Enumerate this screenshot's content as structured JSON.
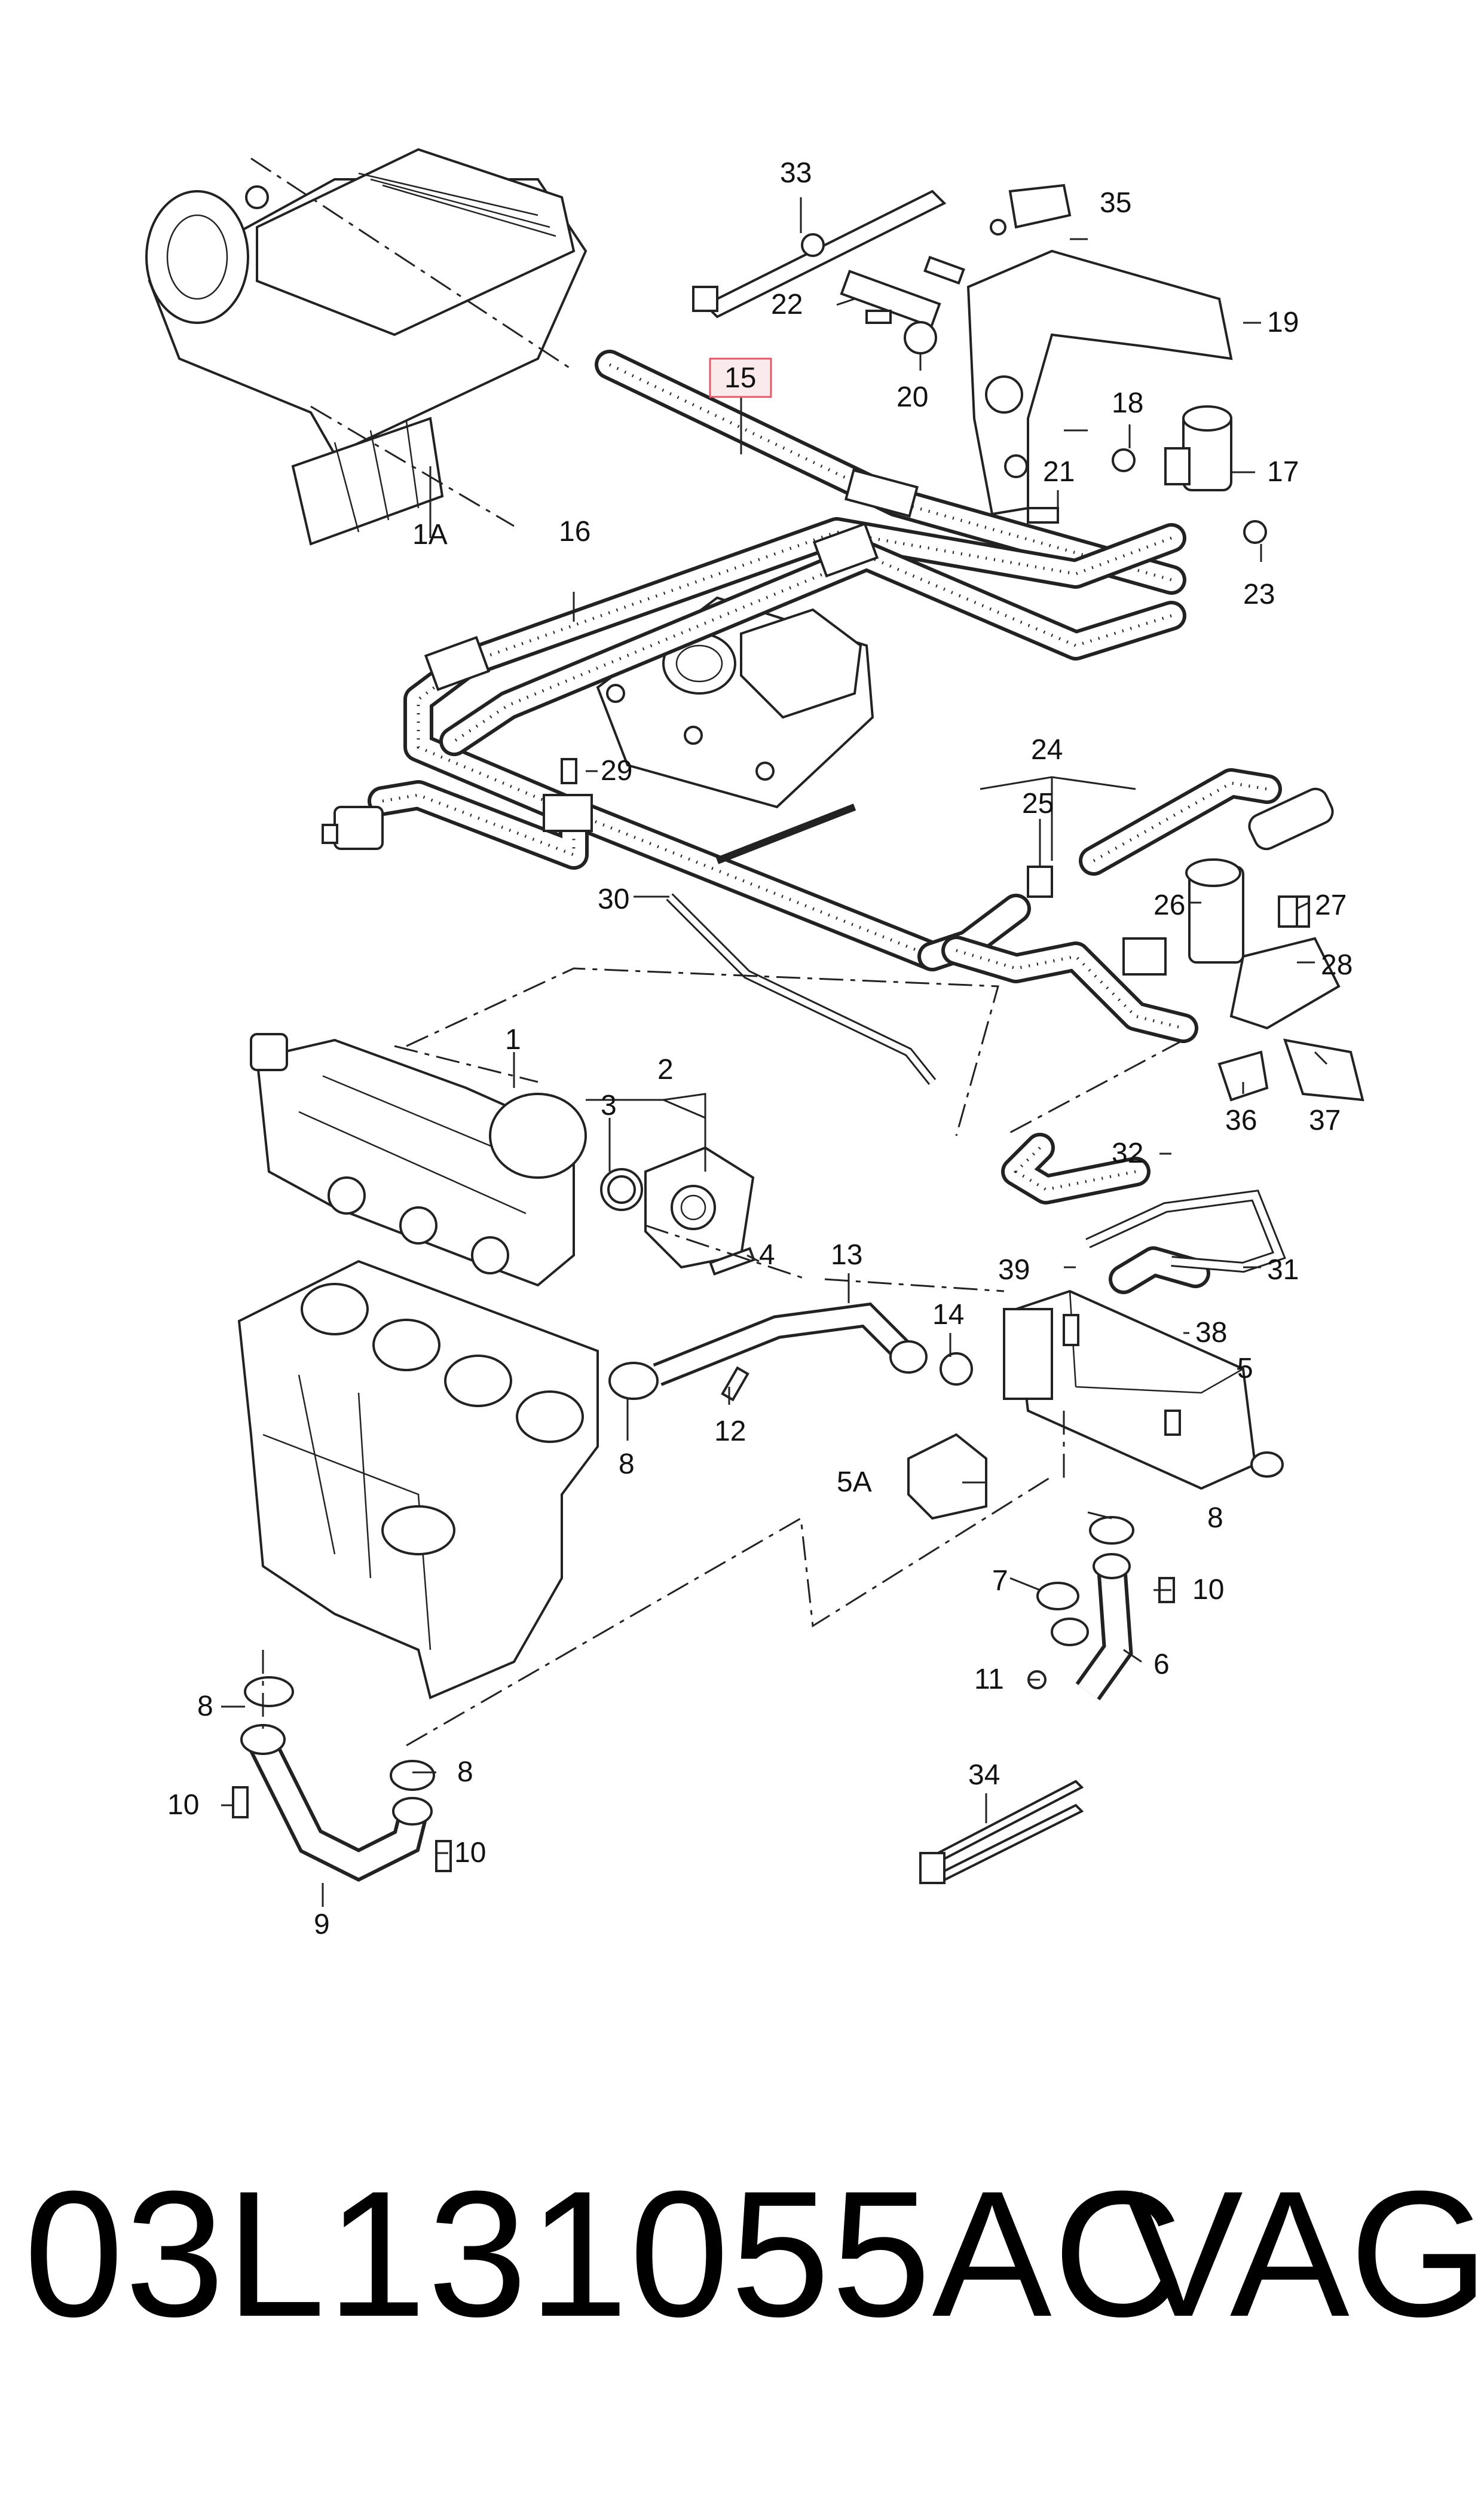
{
  "callouts": {
    "c1A": "1A",
    "c1": "1",
    "c2": "2",
    "c3": "3",
    "c4": "4",
    "c5": "5",
    "c5A": "5A",
    "c6": "6",
    "c7": "7",
    "c8a": "8",
    "c8b": "8",
    "c8c": "8",
    "c8d": "8",
    "c9": "9",
    "c10a": "10",
    "c10b": "10",
    "c10c": "10",
    "c11": "11",
    "c12": "12",
    "c13": "13",
    "c14": "14",
    "c15": "15",
    "c16": "16",
    "c17": "17",
    "c18": "18",
    "c19": "19",
    "c20": "20",
    "c21": "21",
    "c22": "22",
    "c23": "23",
    "c24": "24",
    "c25": "25",
    "c26": "26",
    "c27": "27",
    "c28": "28",
    "c29": "29",
    "c30": "30",
    "c31": "31",
    "c32": "32",
    "c33": "33",
    "c34": "34",
    "c35": "35",
    "c36": "36",
    "c37": "37",
    "c38": "38",
    "c39": "39"
  },
  "highlight_color": "#e05a6a",
  "part_number": "03L131055AC",
  "brand": "VAG"
}
